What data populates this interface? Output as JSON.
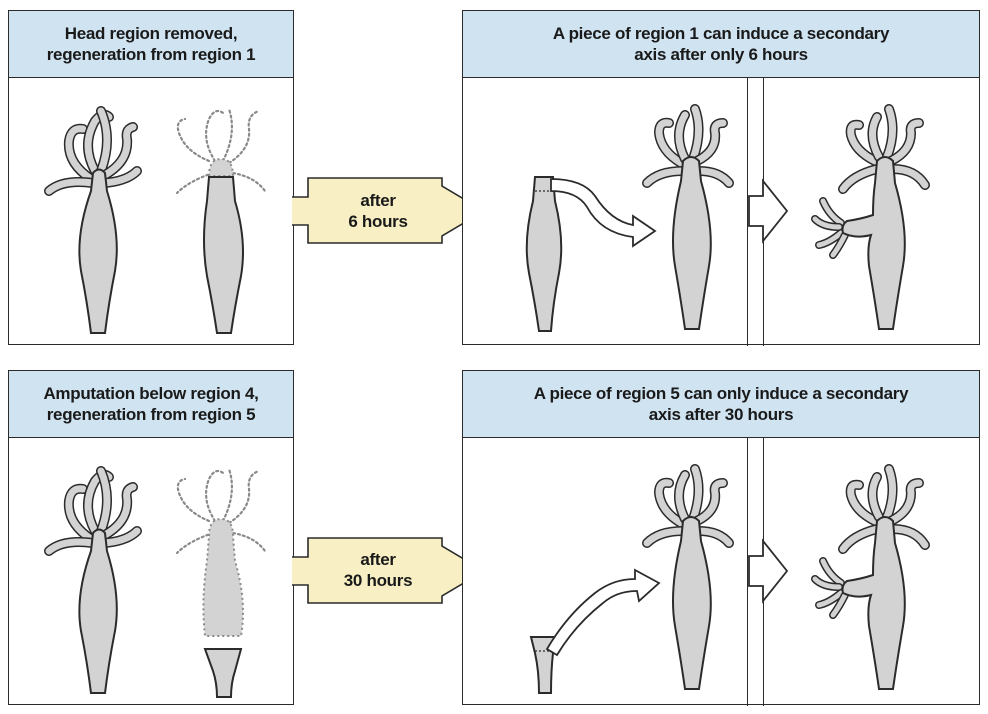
{
  "top": {
    "left_title_line1": "Head region removed,",
    "left_title_line2": "regeneration from region 1",
    "arrow_line1": "after",
    "arrow_line2": "6 hours",
    "right_title_line1": "A piece of region 1 can induce a secondary",
    "right_title_line2": "axis after only 6 hours"
  },
  "bottom": {
    "left_title_line1": "Amputation below region 4,",
    "left_title_line2": "regeneration from region 5",
    "arrow_line1": "after",
    "arrow_line2": "30 hours",
    "right_title_line1": "A piece of region 5 can only induce a secondary",
    "right_title_line2": "axis after 30 hours"
  },
  "colors": {
    "header_fill": "#cfe3f1",
    "body_fill": "#d3d3d3",
    "time_arrow_fill": "#f8f0c4",
    "outline": "#2b2b2b",
    "dotted_outline": "#8a8a8a"
  }
}
